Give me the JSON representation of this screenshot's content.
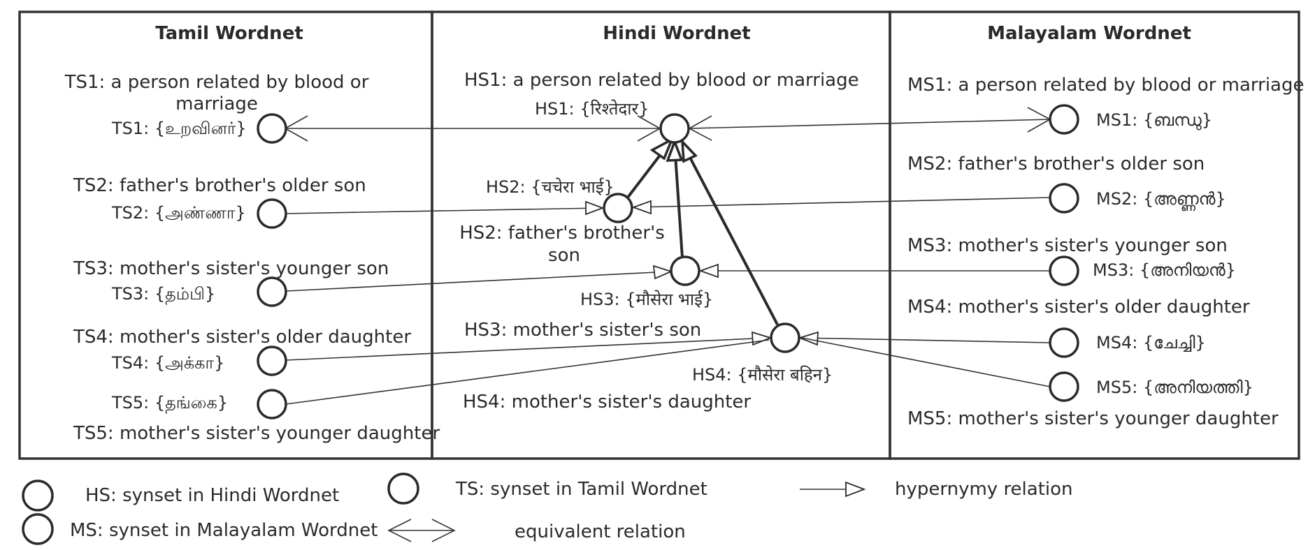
{
  "panels": {
    "tamil": {
      "title": "Tamil Wordnet"
    },
    "hindi": {
      "title": "Hindi Wordnet"
    },
    "malayalam": {
      "title": "Malayalam Wordnet"
    }
  },
  "tamil": {
    "ts1_gloss_line1": "TS1: a person related by blood or",
    "ts1_gloss_line2": "marriage",
    "ts1_syn": "TS1: {உறவினர்}",
    "ts2_gloss": "TS2: father's brother's older son",
    "ts2_syn": "TS2: {அண்ணா}",
    "ts3_gloss": "TS3: mother's sister's younger son",
    "ts3_syn": "TS3: {தம்பி}",
    "ts4_gloss": "TS4: mother's sister's older daughter",
    "ts4_syn": "TS4: {அக்கா}",
    "ts5_syn": "TS5: {தங்கை}",
    "ts5_gloss": "TS5: mother's sister's younger daughter"
  },
  "hindi": {
    "hs1_gloss": "HS1: a person related by blood or marriage",
    "hs1_syn": "HS1: {रिश्तेदार}",
    "hs2_syn": "HS2: {चचेरा भाई}",
    "hs2_gloss_line1": "HS2: father's brother's",
    "hs2_gloss_line2": "son",
    "hs3_syn": "HS3: {मौसेरा भाई}",
    "hs3_gloss": "HS3: mother's sister's son",
    "hs4_syn": "HS4: {मौसेरा बहिन}",
    "hs4_gloss": "HS4: mother's sister's daughter"
  },
  "malayalam": {
    "ms1_gloss": "MS1: a person related by blood or marriage",
    "ms1_syn": "MS1: {ബന്ധു}",
    "ms2_gloss": "MS2: father's brother's older son",
    "ms2_syn": "MS2: {അണ്ണൻ}",
    "ms3_gloss": "MS3: mother's sister's younger son",
    "ms3_syn": "MS3: {അനിയൻ}",
    "ms4_gloss": "MS4: mother's sister's older daughter",
    "ms4_syn": "MS4: {ചേച്ചി}",
    "ms5_syn": "MS5: {അനിയത്തി}",
    "ms5_gloss": "MS5: mother's sister's younger daughter"
  },
  "legend": {
    "hs": "HS: synset in Hindi Wordnet",
    "ts": "TS: synset in Tamil Wordnet",
    "hypernymy": "hypernymy relation",
    "ms": "MS: synset in Malayalam Wordnet",
    "equivalent": "equivalent relation"
  }
}
